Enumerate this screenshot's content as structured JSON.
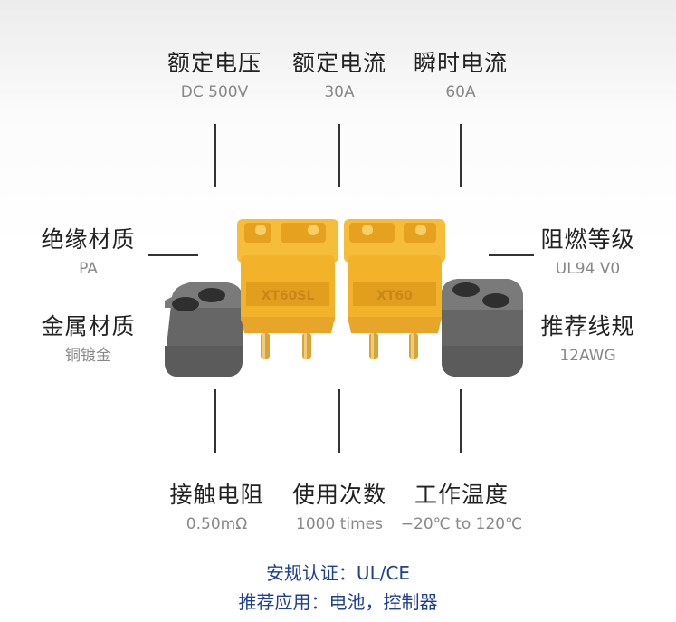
{
  "specs": {
    "rated_voltage": {
      "title": "额定电压",
      "value": "DC 500V"
    },
    "rated_current": {
      "title": "额定电流",
      "value": "30A"
    },
    "instant_current": {
      "title": "瞬时电流",
      "value": "60A"
    },
    "insulation": {
      "title": "绝缘材质",
      "value": "PA"
    },
    "flame": {
      "title": "阻燃等级",
      "value": "UL94 V0"
    },
    "metal": {
      "title": "金属材质",
      "value": "铜镀金"
    },
    "wire": {
      "title": "推荐线规",
      "value": "12AWG"
    },
    "contact_resistance": {
      "title": "接触电阻",
      "value": "0.50mΩ"
    },
    "cycles": {
      "title": "使用次数",
      "value": "1000 times"
    },
    "temperature": {
      "title": "工作温度",
      "value": "−20℃ to 120℃"
    }
  },
  "product_markings": {
    "left": "XT60SL",
    "right": "XT60"
  },
  "footer": {
    "certification": "安规认证：UL/CE",
    "application": "推荐应用：电池，控制器"
  },
  "colors": {
    "connector_yellow": "#f2b22a",
    "cap_gray": "#6e6e6e",
    "pin_gold": "#d8a43a",
    "footer_blue": "#1f3f8f"
  }
}
